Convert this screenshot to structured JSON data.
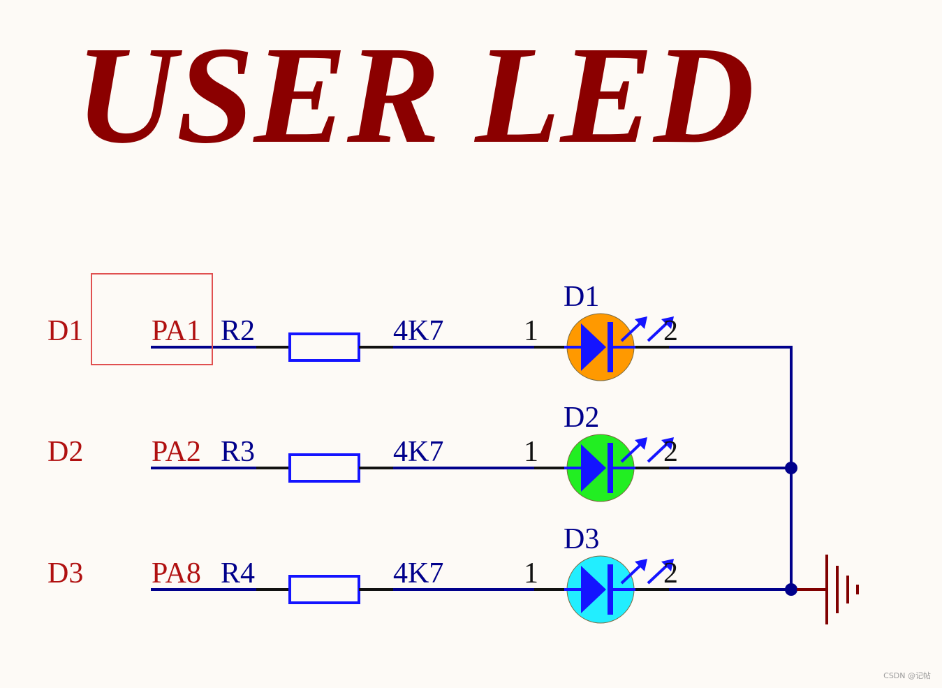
{
  "title": "USER LED",
  "colors": {
    "title": "#8b0000",
    "port_label": "#b01010",
    "wire": "#00008b",
    "component": "#1414ff",
    "lead": "#111111",
    "ground": "#800000",
    "highlight_box": "#e05050"
  },
  "rows": [
    {
      "port": "D1",
      "pin": "PA1",
      "resistor": "R2",
      "value": "4K7",
      "led": "D1",
      "pin1": "1",
      "pin2": "2",
      "led_color": "#ff9900"
    },
    {
      "port": "D2",
      "pin": "PA2",
      "resistor": "R3",
      "value": "4K7",
      "led": "D2",
      "pin1": "1",
      "pin2": "2",
      "led_color": "#22ee22"
    },
    {
      "port": "D3",
      "pin": "PA8",
      "resistor": "R4",
      "value": "4K7",
      "led": "D3",
      "pin1": "1",
      "pin2": "2",
      "led_color": "#22eeff"
    }
  ],
  "ground_icon": "ground-symbol-icon",
  "highlight_icon": "highlight-box",
  "watermark": "CSDN @记帖"
}
